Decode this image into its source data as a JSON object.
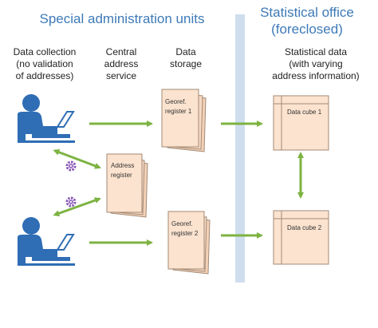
{
  "sections": {
    "left_title": "Special administration units",
    "right_title_line1": "Statistical office",
    "right_title_line2": "(foreclosed)"
  },
  "columns": {
    "data_collection": [
      "Data collection",
      "(no validation",
      "of addresses)"
    ],
    "central_address": [
      "Central",
      "address",
      "service"
    ],
    "data_storage": [
      "Data",
      "storage"
    ],
    "statistical_data": [
      "Statistical data",
      "(with varying",
      "address information)"
    ]
  },
  "documents": {
    "georef1": [
      "Georef.",
      "register 1"
    ],
    "address_register": [
      "Address",
      "register"
    ],
    "georef2": [
      "Georef.",
      "register 2"
    ]
  },
  "cubes": {
    "cube1": "Data cube 1",
    "cube2": "Data cube 2"
  },
  "icons": {
    "user": "person-at-laptop-icon",
    "gear": "gear-icon"
  },
  "colors": {
    "title_blue": "#3d7ab8",
    "person_blue": "#2f6db5",
    "arrow_green": "#7db342",
    "paper": "#fbe3cf",
    "paper_edge": "#a38a76",
    "separator": "#cfdeee",
    "gear_purple": "#8a5ab8"
  }
}
